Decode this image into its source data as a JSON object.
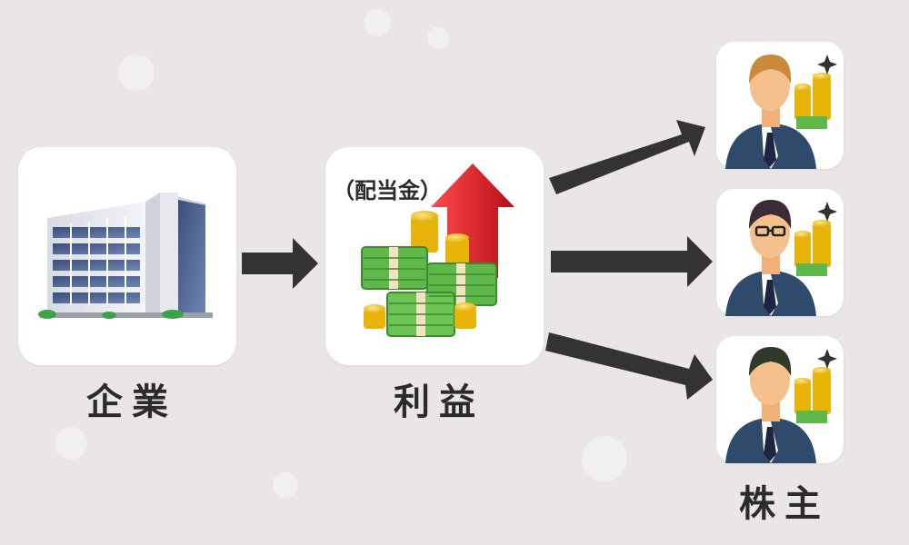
{
  "diagram": {
    "company_label": "企業",
    "profit_label": "利益",
    "dividend_label": "（配当金）",
    "shareholders_label": "株主"
  },
  "nodes": [
    {
      "id": "company",
      "icon": "office-building-icon"
    },
    {
      "id": "profit",
      "icon": "money-stacks-with-up-arrow-icon"
    },
    {
      "id": "shareholder-1",
      "icon": "businessman-icon"
    },
    {
      "id": "shareholder-2",
      "icon": "businessman-with-glasses-icon"
    },
    {
      "id": "shareholder-3",
      "icon": "businessman-icon"
    }
  ],
  "colors": {
    "background": "#ebe6e6",
    "arrow": "#333333",
    "up_arrow": "#d8202a",
    "cash": "#5fb84a",
    "coin": "#f2c21b",
    "suit": "#2f4a6b"
  }
}
